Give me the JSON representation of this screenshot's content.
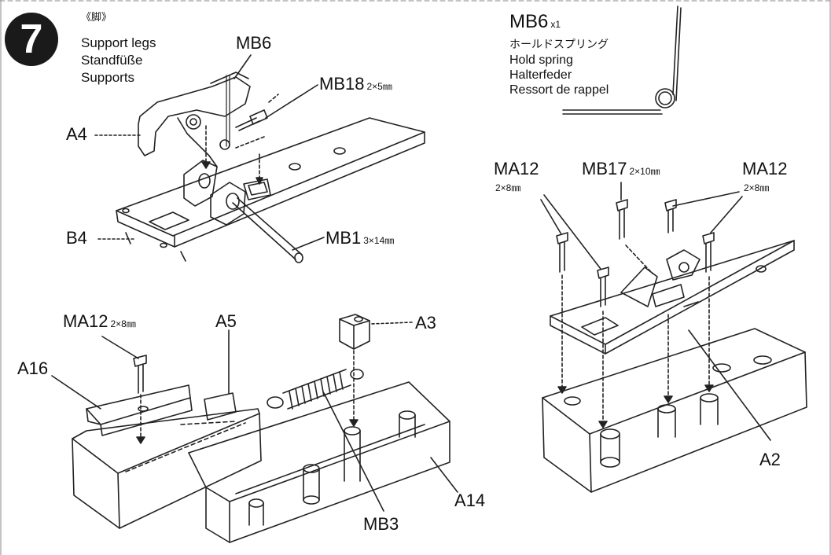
{
  "step": {
    "number": "7",
    "jp_title": "《脚》",
    "titles": [
      "Support legs",
      "Standfüße",
      "Supports"
    ]
  },
  "spring_callout": {
    "part": "MB6",
    "qty": "x1",
    "names": [
      "ホールドスプリング",
      "Hold spring",
      "Halterfeder",
      "Ressort de rappel"
    ]
  },
  "labels": {
    "mb6": "MB6",
    "mb18": "MB18",
    "mb18_size": "2×5㎜",
    "a4": "A4",
    "b4": "B4",
    "mb1": "MB1",
    "mb1_size": "3×14㎜",
    "ma12_left": "MA12",
    "ma12_left_size": "2×8㎜",
    "a5": "A5",
    "a3": "A3",
    "a16": "A16",
    "a14": "A14",
    "mb3": "MB3",
    "ma12_r1": "MA12",
    "ma12_r1_size": "2×8㎜",
    "mb17": "MB17",
    "mb17_size": "2×10㎜",
    "ma12_r2": "MA12",
    "ma12_r2_size": "2×8㎜",
    "a2": "A2"
  }
}
